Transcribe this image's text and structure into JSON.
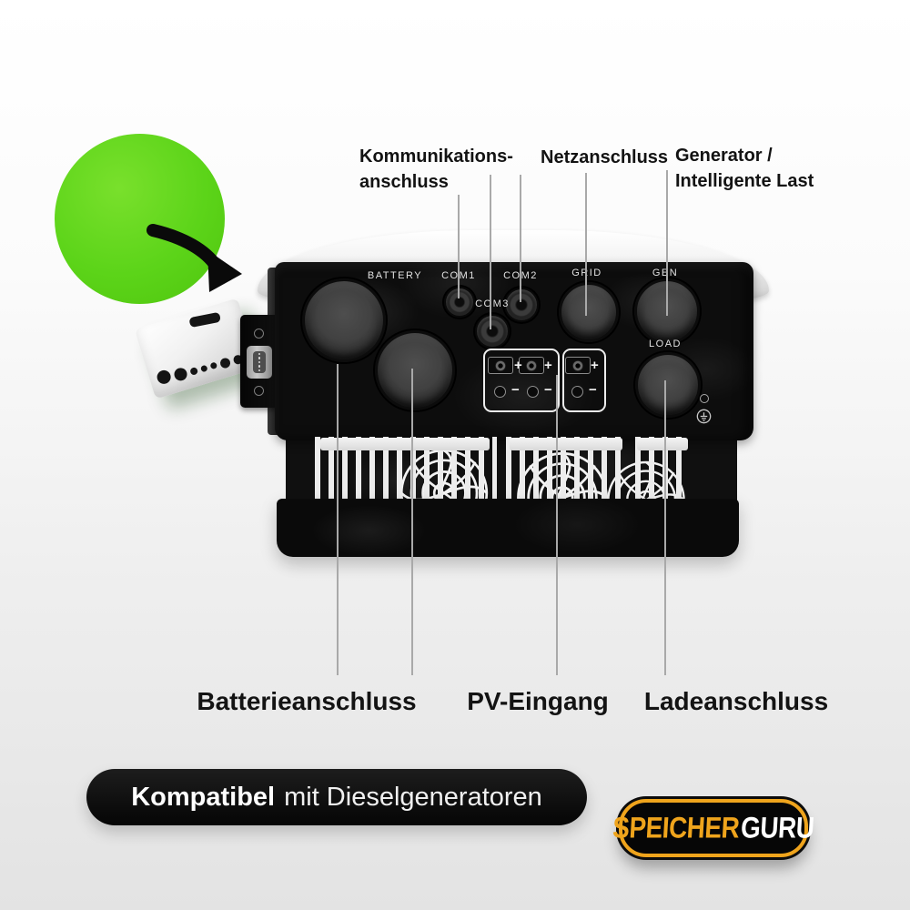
{
  "top_callouts": {
    "communication_line1": "Kommunikations-",
    "communication_line2": "anschluss",
    "grid": "Netzanschluss",
    "generator_line1": "Generator /",
    "generator_line2": "Intelligente Last"
  },
  "ports": {
    "battery": "BATTERY",
    "com1": "COM1",
    "com2": "COM2",
    "com3": "COM3",
    "grid": "GRID",
    "gen": "GEN",
    "load": "LOAD"
  },
  "signs": {
    "plus": "+",
    "minus": "−"
  },
  "bottom_callouts": {
    "battery": "Batterieanschluss",
    "pv": "PV-Eingang",
    "load": "Ladeanschluss"
  },
  "badge": {
    "bold": "Kompatibel",
    "regular": "mit Dieselgeneratoren"
  },
  "logo": {
    "speicher": "SPEICHER",
    "guru": "GURU"
  },
  "colors": {
    "accent_green": "#5cd419",
    "logo_yellow": "#efa41c",
    "leader_line": "#a9a9a9"
  }
}
